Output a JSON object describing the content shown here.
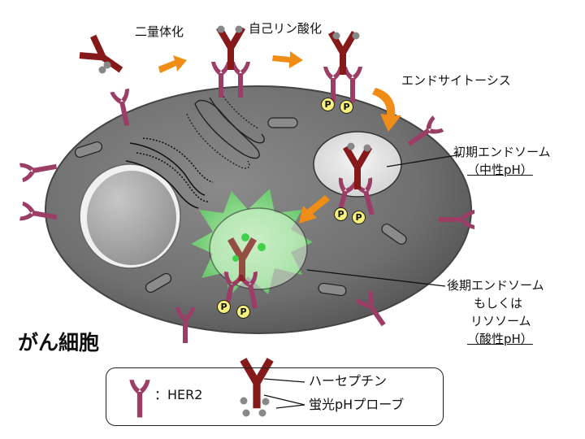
{
  "labels": {
    "dimerization": "二量体化",
    "autophosphorylation": "自己リン酸化",
    "endocytosis": "エンドサイトーシス",
    "early_endosome_line1": "初期エンドソーム",
    "early_endosome_line2": "（中性pH）",
    "late_endosome_line1": "後期エンドソーム",
    "late_endosome_line2": "もしくは",
    "late_endosome_line3": "リソソーム",
    "late_endosome_line4": "（酸性pH）",
    "cancer_cell": "がん細胞",
    "phospho_mark": "P"
  },
  "legend": {
    "her2_label": "：HER2",
    "hapten_label": "ハーセプチン",
    "probe_label": "蛍光pHプローブ"
  },
  "colors": {
    "cell_fill": "#6f6f6f",
    "receptor": "#9c3d66",
    "antibody": "#861a1a",
    "arrow": "#f08d16",
    "phospho": "#f7f07a",
    "glow": "#7ee27e"
  }
}
